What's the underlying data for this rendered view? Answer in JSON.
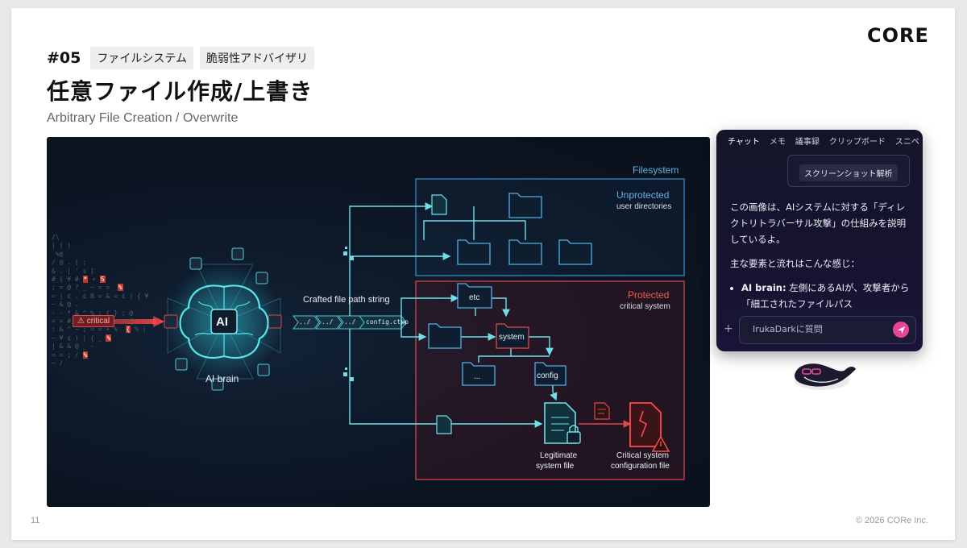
{
  "slide": {
    "logo": "CORE",
    "number": "#05",
    "tags": [
      "ファイルシステム",
      "脆弱性アドバイザリ"
    ],
    "title": "任意ファイル作成/上書き",
    "subtitle": "Arbitrary File Creation / Overwrite",
    "page_number": "11",
    "copyright": "© 2026 CORe Inc."
  },
  "diagram": {
    "critical_badge": "critical",
    "ai_chip": "AI",
    "ai_label": "AI brain",
    "crafted_label": "Crafted file path string",
    "path_segments": [
      "../",
      "../",
      "../",
      "config.ctpp"
    ],
    "filesystem_label": "Filesystem",
    "unprotected_title": "Unprotected",
    "unprotected_sub": "user directories",
    "protected_title": "Protected",
    "protected_sub": "critical system",
    "folders": {
      "etc": "etc",
      "system": "system",
      "dots": "...",
      "config": "config"
    },
    "legit_label_1": "Legitimate",
    "legit_label_2": "system file",
    "critical_file_1": "Critical system",
    "critical_file_2": "configuration file",
    "colors": {
      "blue": "#3a8fd0",
      "red": "#e04848",
      "cyan": "#5fe3ea"
    }
  },
  "chat": {
    "tabs": [
      "チャット",
      "メモ",
      "議事録",
      "クリップボード",
      "スニペ"
    ],
    "active_tab": "チャット",
    "chip": "スクリーンショット解析",
    "para1": "この画像は、AIシステムに対する「ディレクトリトラバーサル攻撃」の仕組みを説明しているよ。",
    "para2": "主な要素と流れはこんな感じ：",
    "bullet_label": "AI brain:",
    "bullet_text": " 左側にあるAIが、攻撃者から「細工されたファイルパス",
    "input_placeholder": "IrukaDarkに質問",
    "plus": "+"
  }
}
